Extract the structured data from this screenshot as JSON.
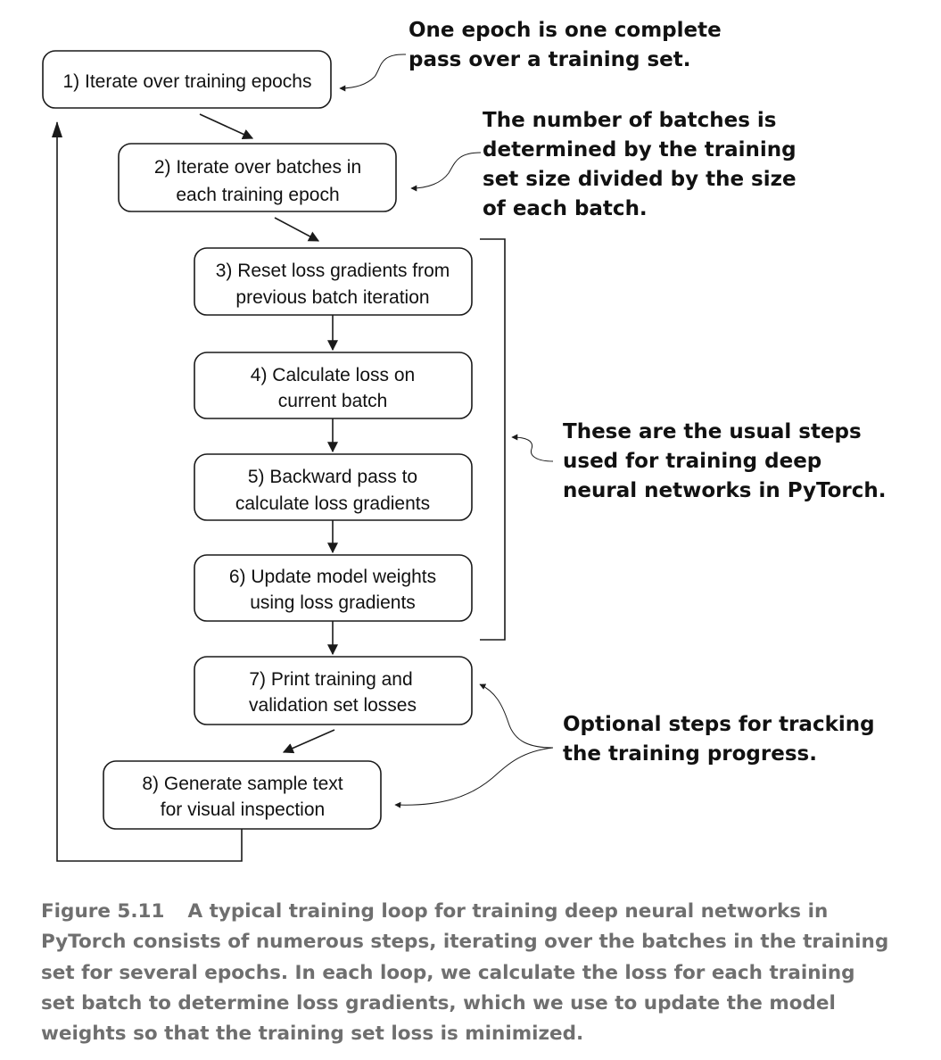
{
  "steps": [
    {
      "lines": [
        "1) Iterate over training epochs"
      ]
    },
    {
      "lines": [
        "2) Iterate over batches in",
        "each training epoch"
      ]
    },
    {
      "lines": [
        "3) Reset loss gradients from",
        "previous batch iteration"
      ]
    },
    {
      "lines": [
        "4) Calculate loss on",
        "current batch"
      ]
    },
    {
      "lines": [
        "5) Backward pass to",
        "calculate loss gradients"
      ]
    },
    {
      "lines": [
        "6) Update model weights",
        "using loss gradients"
      ]
    },
    {
      "lines": [
        "7) Print training and",
        "validation set losses"
      ]
    },
    {
      "lines": [
        "8) Generate sample text",
        "for visual inspection"
      ]
    }
  ],
  "annotations": {
    "epoch": [
      "One epoch is one complete",
      "pass over a training set."
    ],
    "batches": [
      "The number of batches is",
      "determined by the training",
      "set size divided by the size",
      "of each batch."
    ],
    "usual_steps": [
      "These are the usual steps",
      "used for training deep",
      "neural networks in PyTorch."
    ],
    "optional": [
      "Optional steps for tracking",
      "the training progress."
    ]
  },
  "caption": {
    "label": "Figure 5.11",
    "lines": [
      "A typical training loop for training deep neural networks in",
      "PyTorch consists of numerous steps, iterating over the batches in the training",
      "set for several epochs. In each loop, we calculate the loss for each training",
      "set batch to determine loss gradients, which we use to update the model",
      "weights so that the training set loss is minimized."
    ]
  }
}
